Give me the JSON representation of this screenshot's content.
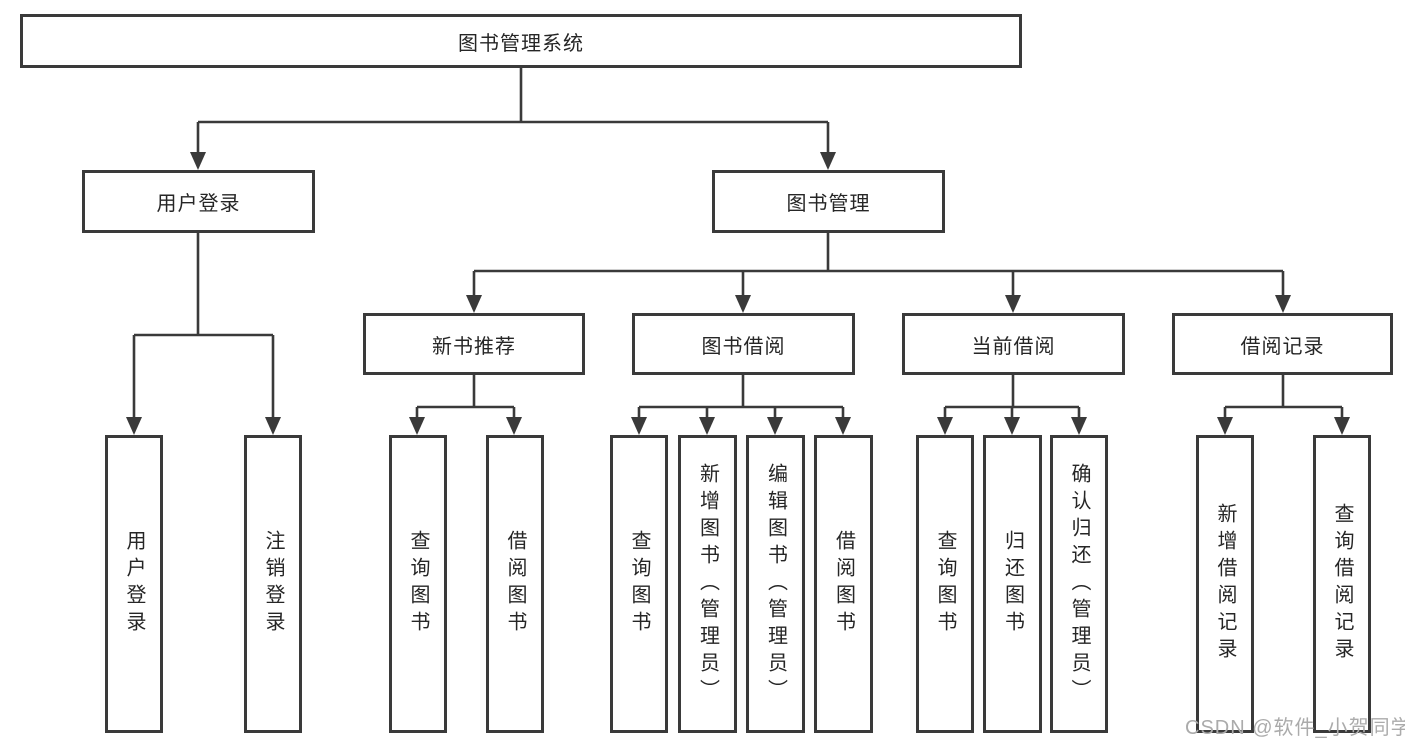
{
  "diagram_type": "hierarchy-tree",
  "colors": {
    "line": "#3a3a3a",
    "box_border": "#3a3a3a",
    "box_fill": "#ffffff",
    "text": "#262626",
    "watermark": "#ababab",
    "background": "#ffffff"
  },
  "structure": {
    "root": {
      "label": "图书管理系统",
      "children": [
        {
          "label": "用户登录",
          "children": [
            {
              "label": "用户登录"
            },
            {
              "label": "注销登录"
            }
          ]
        },
        {
          "label": "图书管理",
          "children": [
            {
              "label": "新书推荐",
              "children": [
                {
                  "label": "查询图书"
                },
                {
                  "label": "借阅图书"
                }
              ]
            },
            {
              "label": "图书借阅",
              "children": [
                {
                  "label": "查询图书"
                },
                {
                  "label": "新增图书（管理员）"
                },
                {
                  "label": "编辑图书（管理员）"
                },
                {
                  "label": "借阅图书"
                }
              ]
            },
            {
              "label": "当前借阅",
              "children": [
                {
                  "label": "查询图书"
                },
                {
                  "label": "归还图书"
                },
                {
                  "label": "确认归还（管理员）"
                }
              ]
            },
            {
              "label": "借阅记录",
              "children": [
                {
                  "label": "新增借阅记录"
                },
                {
                  "label": "查询借阅记录"
                }
              ]
            }
          ]
        }
      ]
    }
  },
  "watermark": {
    "text": "CSDN @软件_小贺同学"
  }
}
